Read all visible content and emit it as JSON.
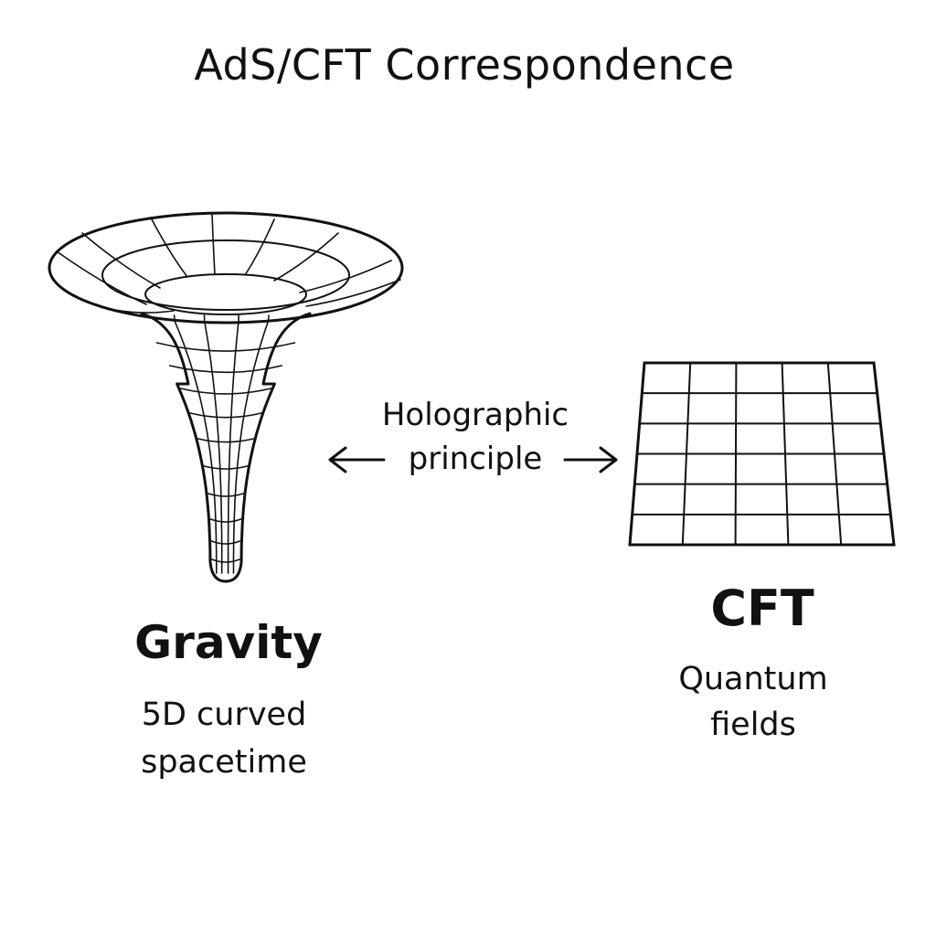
{
  "title": "AdS/CFT Correspondence",
  "gravity": {
    "title": "Gravity",
    "subtitle_line1": "5D curved",
    "subtitle_line2": "spacetime"
  },
  "cft": {
    "title": "CFT",
    "subtitle_line1": "Quantum",
    "subtitle_line2": "fields"
  },
  "holographic": {
    "line1": "Holographic",
    "line2": "principle"
  },
  "colors": {
    "ink": "#111111",
    "background": "#ffffff"
  },
  "icons": {
    "left_arrow": "left-arrow-icon",
    "right_arrow": "right-arrow-icon"
  }
}
